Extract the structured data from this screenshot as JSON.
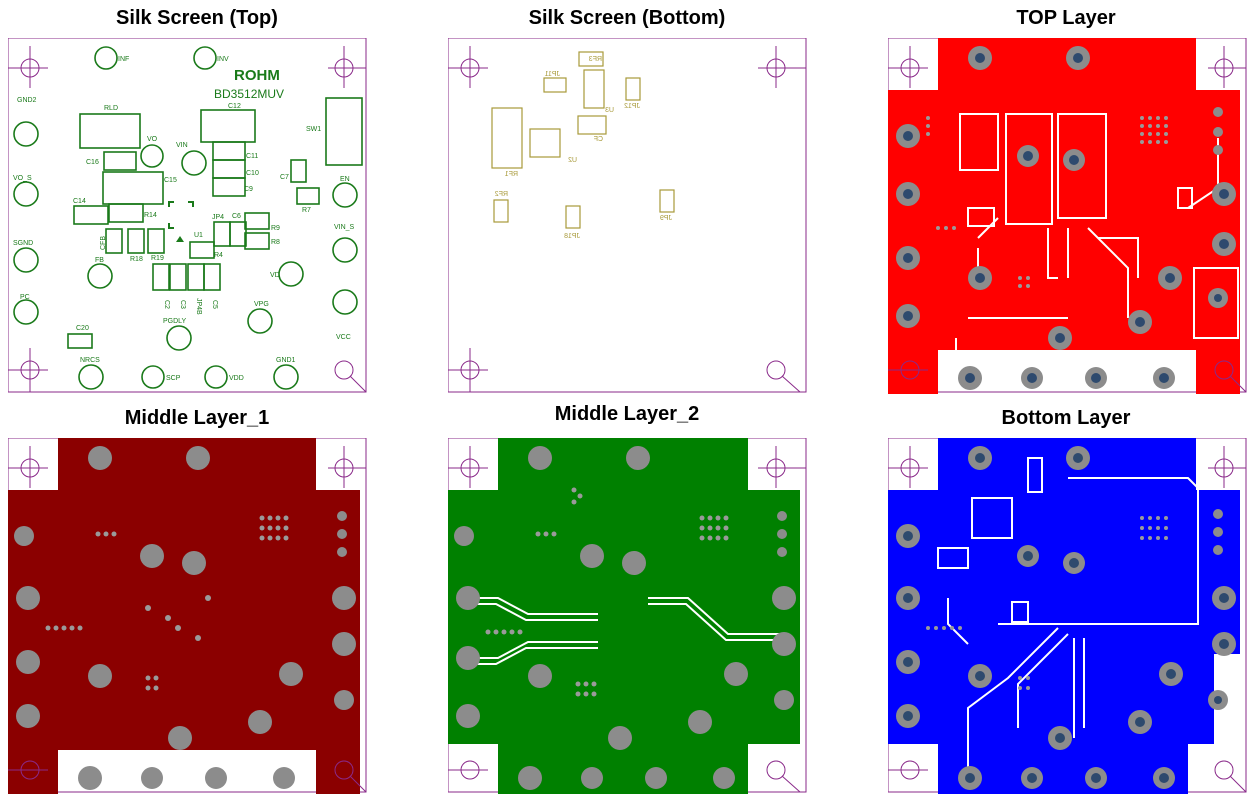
{
  "titles": {
    "silk_top": "Silk Screen (Top)",
    "silk_bottom": "Silk Screen (Bottom)",
    "top_layer": "TOP Layer",
    "mid1": "Middle Layer_1",
    "mid2": "Middle Layer_2",
    "bottom_layer": "Bottom Layer"
  },
  "silk_top": {
    "logo": "ROHM",
    "part": "BD3512MUV",
    "labels": {
      "inf": "INF",
      "inv": "INV",
      "gnd2": "GND2",
      "rld": "RLD",
      "c12": "C12",
      "sw1": "SW1",
      "vo": "VO",
      "vin": "VIN",
      "c16": "C16",
      "c11": "C11",
      "c10": "C10",
      "c9": "C9",
      "c15": "C15",
      "vo_s": "VO_S",
      "c7": "C7",
      "en": "EN",
      "r7": "R7",
      "c14": "C14",
      "r14": "R14",
      "jp4": "JP4",
      "c6": "C6",
      "r9": "R9",
      "r8": "R8",
      "vin_s": "VIN_S",
      "sgnd": "SGND",
      "cfb": "CFB",
      "u1": "U1",
      "r18": "R18",
      "r19": "R19",
      "fb": "FB",
      "r4": "R4",
      "vd": "VD",
      "pc": "PC",
      "c2": "C2",
      "c3": "C3",
      "jp4b": "JP4B",
      "c5": "C5",
      "vpg": "VPG",
      "pgdly": "PGDLY",
      "vcc": "VCC",
      "c20": "C20",
      "nrcs": "NRCS",
      "scp": "SCP",
      "vdd": "VDD",
      "gnd1": "GND1"
    }
  },
  "silk_bottom": {
    "labels": {
      "rf3": "RF3",
      "jp11": "JP11",
      "u3": "U3",
      "jp12": "JP12",
      "cf": "CF",
      "rf1": "RF1",
      "u2": "U2",
      "rf2": "RF2",
      "jp18": "JP18",
      "jp9": "JP9"
    }
  },
  "colors": {
    "silk_top": "#1a7a1a",
    "silk_bottom": "#a89a3a",
    "outline": "#8a2a8a",
    "top_layer": "#ff0000",
    "mid1": "#8b0000",
    "mid2": "#008000",
    "bottom_layer": "#0000ff",
    "pad": "#8c8c8c",
    "drill": "#2e4a6e"
  }
}
